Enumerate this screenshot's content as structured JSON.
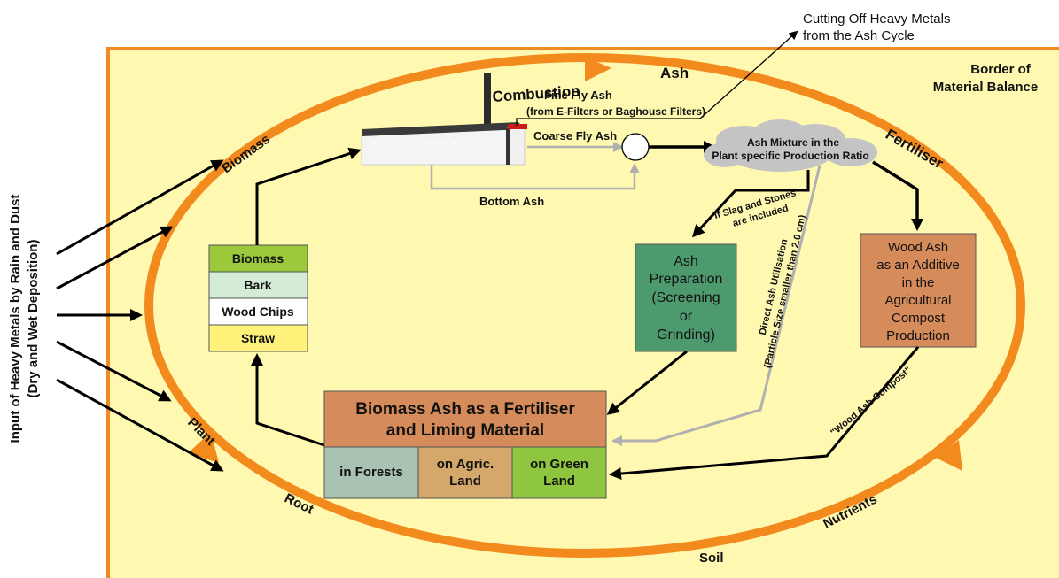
{
  "border": {
    "top_note_line1": "Cutting Off Heavy Metals",
    "top_note_line2": "from the Ash Cycle",
    "title_line1": "Border of",
    "title_line2": "Material Balance"
  },
  "input": {
    "line1": "Input of Heavy Metals by Rain and Dust",
    "line2": "(Dry and Wet Deposition)"
  },
  "cycle": {
    "combustion": "Combustion",
    "ash": "Ash",
    "fertiliser": "Fertiliser",
    "nutrients": "Nutrients",
    "soil": "Soil",
    "root": "Root",
    "plant": "Plant",
    "biomass": "Biomass"
  },
  "plant_flows": {
    "fine_fly_ash": "Fine Fly Ash",
    "fine_fly_ash_source": "(from E-Filters or Baghouse Filters)",
    "coarse_fly_ash": "Coarse Fly Ash",
    "bottom_ash": "Bottom Ash"
  },
  "ash_mixture": {
    "line1": "Ash Mixture in the",
    "line2": "Plant specific Production Ratio"
  },
  "slag_note": {
    "line1": "If Slag and Stones",
    "line2": "are included"
  },
  "direct_use": {
    "line1": "Direct Ash Utilisation",
    "line2": "(Particle Size smaller than 2.0 cm)"
  },
  "compost_label": "\"Wood Ash Compost\"",
  "fuels": [
    "Biomass",
    "Bark",
    "Wood Chips",
    "Straw"
  ],
  "preparation": [
    "Ash",
    "Preparation",
    "(Screening",
    "or",
    "Grinding)"
  ],
  "additive": [
    "Wood Ash",
    "as an Additive",
    "in the",
    "Agricultural",
    "Compost",
    "Production"
  ],
  "fertiliser_box": {
    "line1": "Biomass Ash as a Fertiliser",
    "line2": "and Liming Material",
    "forests": "in Forests",
    "agric_line1": "on Agric.",
    "agric_line2": "Land",
    "green_line1": "on Green",
    "green_line2": "Land"
  },
  "colors": {
    "border_fill": "#fff8b0",
    "border_stroke": "#f08a24",
    "cycle": "#f28a1e",
    "biomass": "#9cc83c",
    "bark": "#d4ecd6",
    "wood_chips": "#ffffff",
    "straw": "#fff27a",
    "preparation": "#4e9a6f",
    "additive": "#d58b5a",
    "fertiliser_header": "#d58b5a",
    "forests": "#a9c3b3",
    "agric": "#d4a86a",
    "green": "#8fc63f",
    "cloud": "#c4c4c4"
  }
}
